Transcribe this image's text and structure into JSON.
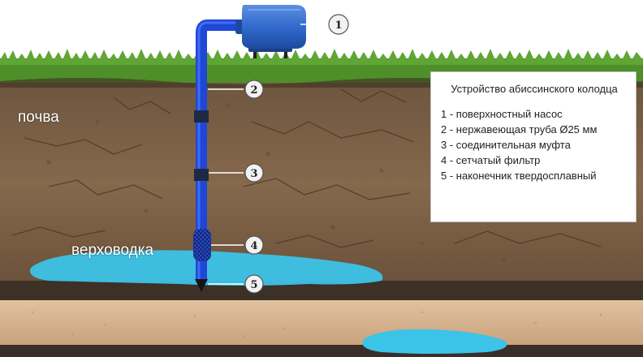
{
  "labels": {
    "soil": "почва",
    "perched_water": "верховодка"
  },
  "callouts": [
    "1",
    "2",
    "3",
    "4",
    "5"
  ],
  "legend": {
    "title": "Устройство абиссинского колодца",
    "items": [
      "1 - поверхностный насос",
      "2 - нержавеющая труба Ø25 мм",
      "3 - соединительная муфта",
      "4 - сетчатый фильтр",
      "5 - наконечник твердосплавный"
    ]
  },
  "colors": {
    "sky": "#ffffff",
    "grass": "#4e8f2a",
    "soil": "#7b5f45",
    "water": "#3cc3e8",
    "sand": "#d8b894",
    "dark_layer": "#3c3027",
    "pipe": "#1f47d6",
    "pump": "#2f67c9",
    "coupling": "#1e2a44"
  },
  "icons": [
    "surface-pump-icon",
    "stainless-pipe-icon",
    "coupling-icon",
    "mesh-filter-icon",
    "carbide-tip-icon"
  ]
}
